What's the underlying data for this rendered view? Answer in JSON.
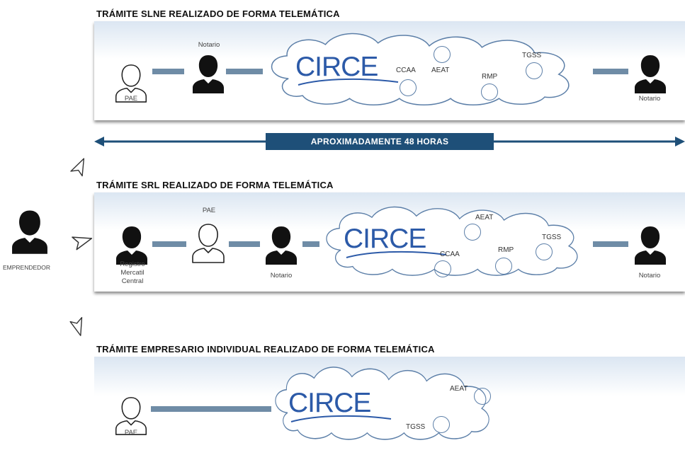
{
  "sections": [
    {
      "title": "TRÁMITE SLNE REALIZADO DE FORMA TELEMÁTICA"
    },
    {
      "title": "TRÁMITE SRL REALIZADO DE FORMA TELEMÁTICA"
    },
    {
      "title": "TRÁMITE EMPRESARIO INDIVIDUAL REALIZADO DE FORMA TELEMÁTICA"
    }
  ],
  "slne": {
    "pae": "PAE",
    "notario_top": "Notario",
    "notario_end": "Notario",
    "cloud": "CIRCE",
    "orgs": [
      "CCAA",
      "AEAT",
      "RMP",
      "TGSS"
    ]
  },
  "duration": {
    "label": "APROXIMADAMENTE 48 HORAS"
  },
  "srl": {
    "registro": "Registro\nMercatil\nCentral",
    "pae": "PAE",
    "notario": "Notario",
    "notario_end": "Notario",
    "cloud": "CIRCE",
    "orgs": [
      "AEAT",
      "CCAA",
      "RMP",
      "TGSS"
    ]
  },
  "individual": {
    "pae": "PAE",
    "cloud": "CIRCE",
    "orgs": [
      "AEAT",
      "TGSS"
    ]
  },
  "entrepreneur": {
    "label": "EMPRENDEDOR"
  },
  "colors": {
    "connector": "#6f8ca6",
    "banner": "#1e4f78",
    "cloud_text": "#2c5aa8"
  }
}
